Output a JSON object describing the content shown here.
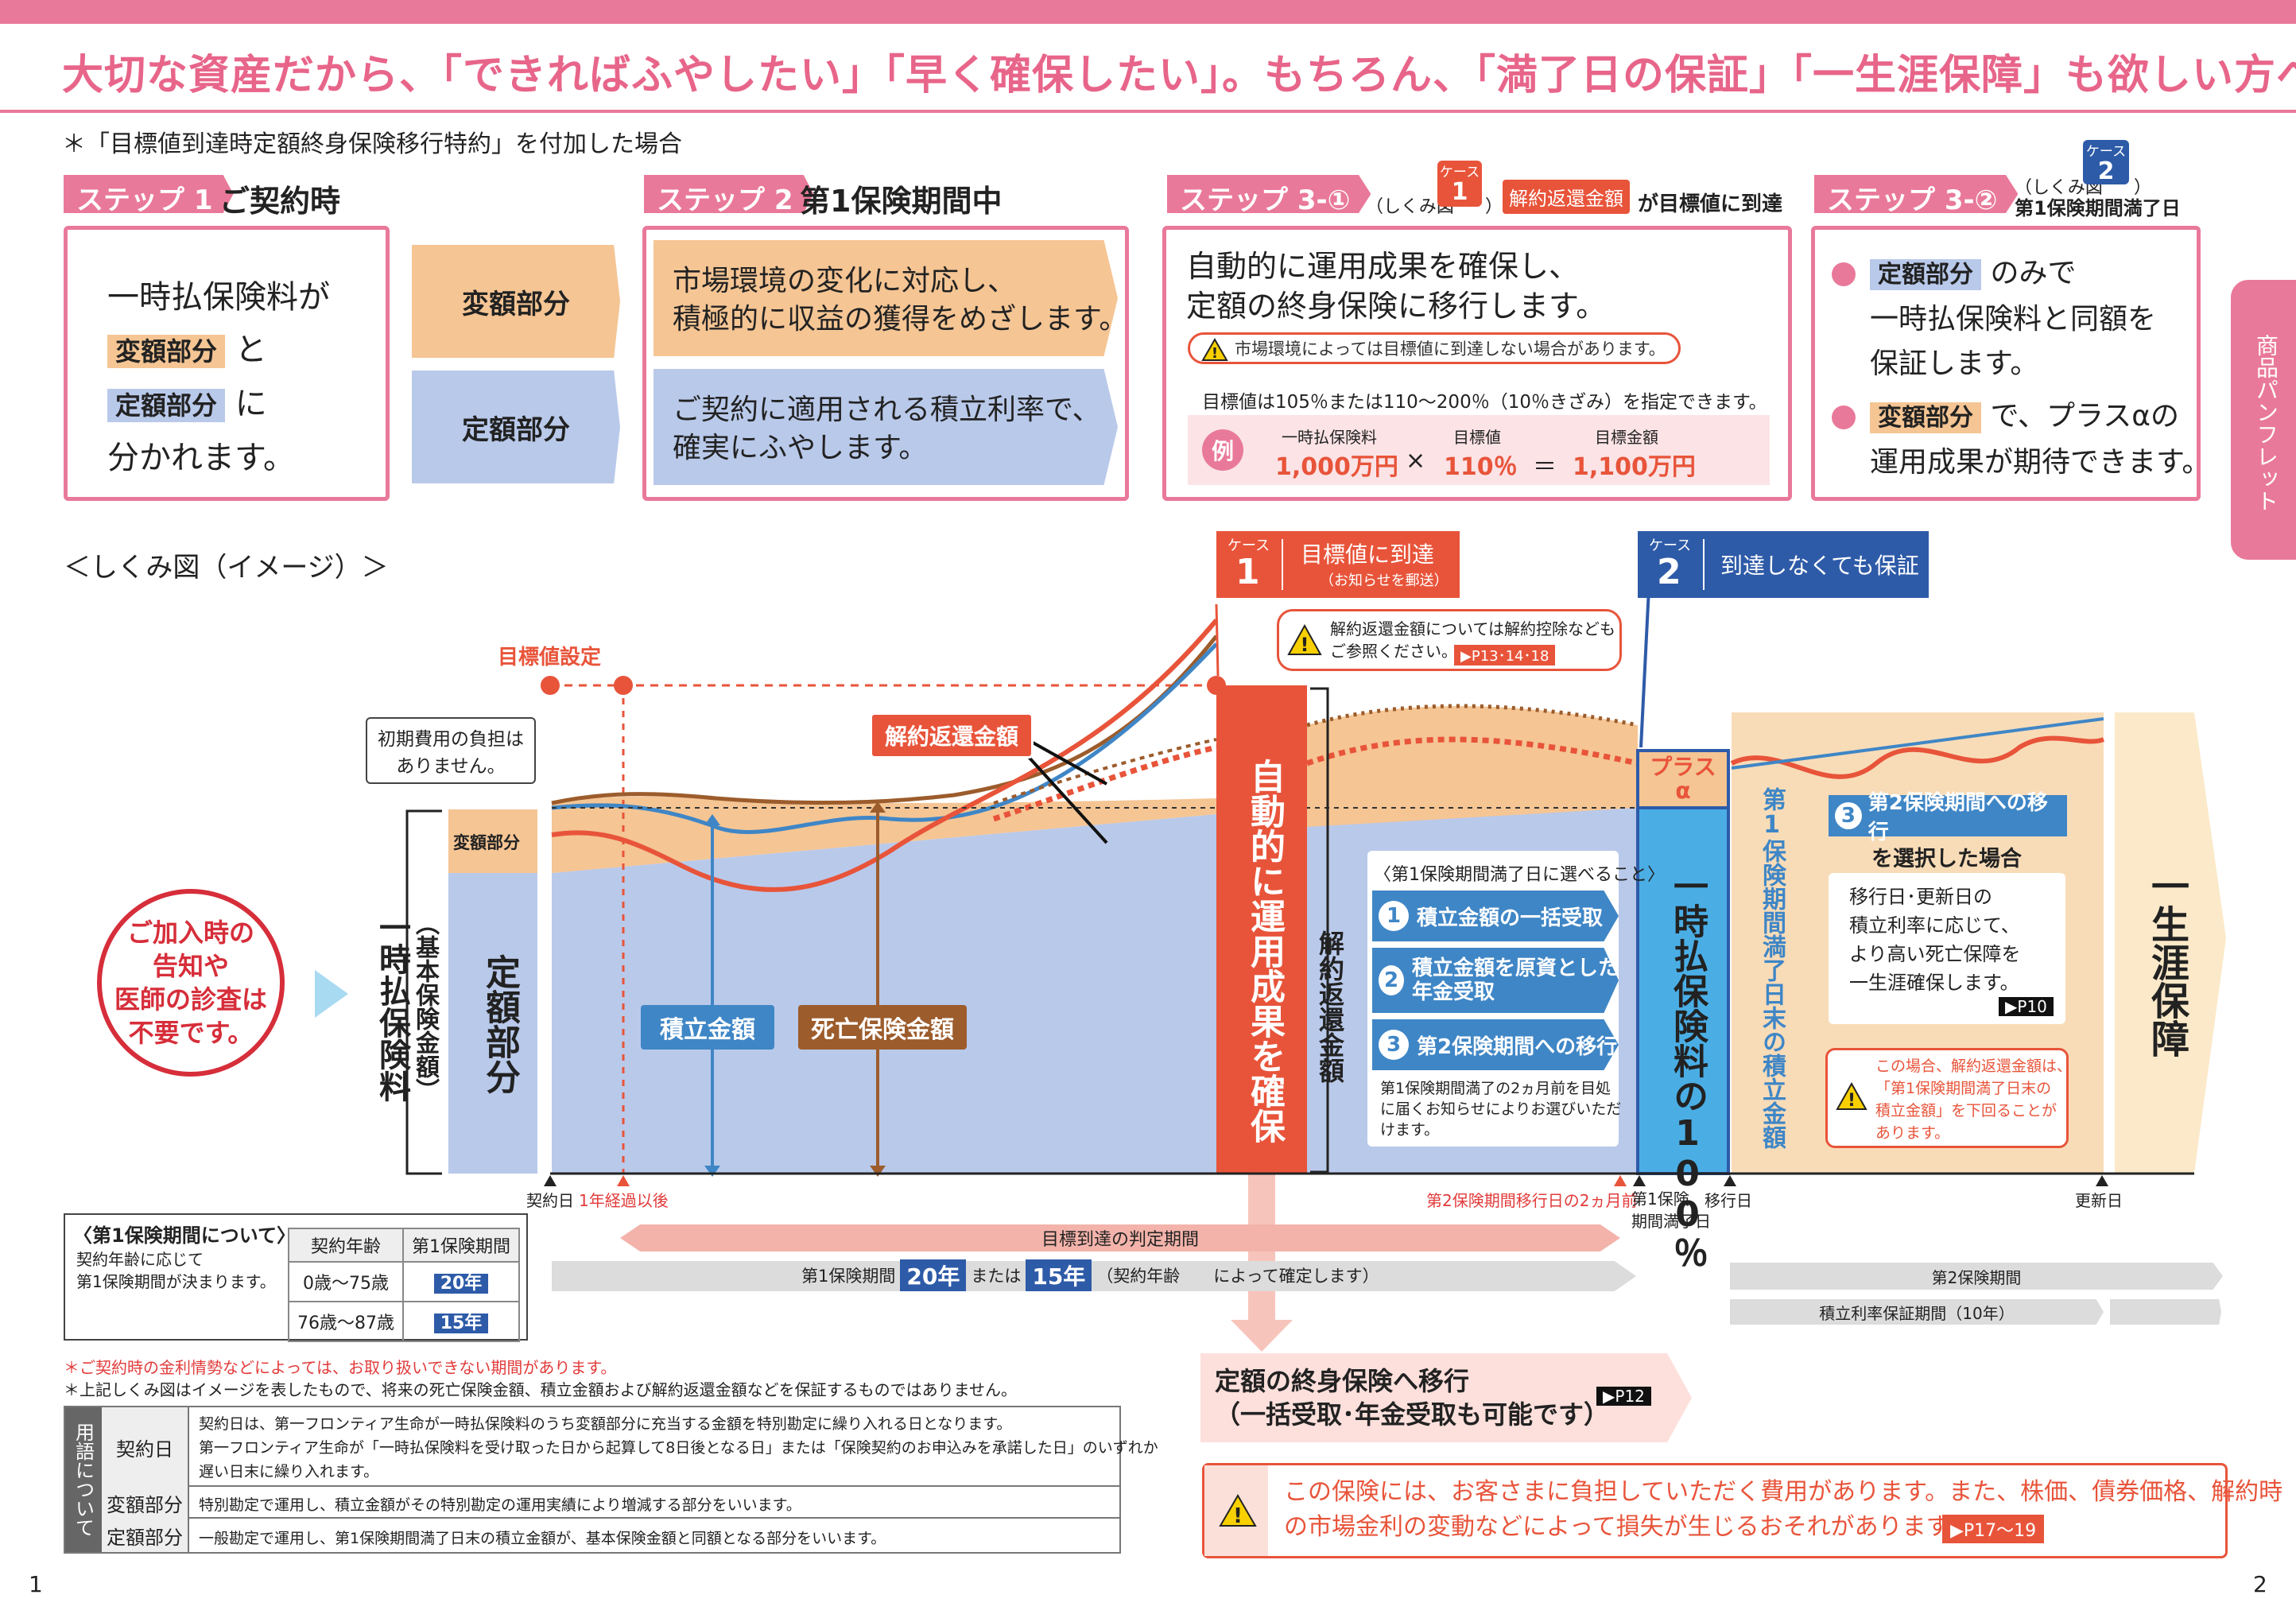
{
  "headline": "大切な資産だから、「できればふやしたい」「早く確保したい」。もちろん、「満了日の保証」「一生涯保障」も欲しい方へ。",
  "note_top": "＊「目標値到達時定額終身保険移行特約」を付加した場合",
  "steps": {
    "s1": {
      "tag": "ステップ 1",
      "title": "ご契約時",
      "line1": "一時払保険料が",
      "chip1": "変額部分",
      "after1": "と",
      "chip2": "定額部分",
      "after2": "に",
      "line4": "分かれます。",
      "band_orange": "変額部分",
      "band_blue": "定額部分"
    },
    "s2": {
      "tag": "ステップ 2",
      "title": "第1保険期間中",
      "orange_text": "市場環境の変化に対応し、\n積極的に収益の獲得をめざします。",
      "blue_text": "ご契約に適用される積立利率で、\n確実にふやします。"
    },
    "s3a": {
      "tag": "ステップ 3-①",
      "zu": "（しくみ図",
      "case_label": "ケース",
      "case_num": "1",
      "close": "）",
      "chip": "解約返還金額",
      "after": "が目標値に到達",
      "text": "自動的に運用成果を確保し、\n定額の終身保険に移行します。",
      "warn": "市場環境によっては目標値に到達しない場合があります。",
      "note": "目標値は105％または110～200％（10％きざみ）を指定できます。",
      "ex_badge": "例",
      "ex_label1": "一時払保険料",
      "ex_val1": "1,000万円",
      "ex_op1": "×",
      "ex_label2": "目標値",
      "ex_val2": "110％",
      "ex_op2": "＝",
      "ex_label3": "目標金額",
      "ex_val3": "1,100万円"
    },
    "s3b": {
      "tag": "ステップ 3-②",
      "zu": "（しくみ図",
      "case_label": "ケース",
      "case_num": "2",
      "close": "）",
      "title": "第1保険期間満了日",
      "chip1": "定額部分",
      "t1": "のみで",
      "t2": "一時払保険料と同額を",
      "t3": "保証します。",
      "chip2": "変額部分",
      "t4": "で、プラスαの",
      "t5": "運用成果が期待できます。"
    }
  },
  "side_tab": "商品パンフレット",
  "diagram": {
    "title": "＜しくみ図（イメージ）＞",
    "target_setting": "目標値設定",
    "initial_cost": "初期費用の負担は\nありません。",
    "hengaku": "変額部分",
    "teigaku": "定額部分",
    "ichiji": "一時払保険料",
    "kihon": "（基本保険金額）",
    "no_exam": "ご加入時の\n告知や\n医師の診査は\n不要です。",
    "kaiyaku_label": "解約返還金額",
    "tsumitate": "積立金額",
    "shibou": "死亡保険金額",
    "case1_label": "ケース",
    "case1_num": "1",
    "case1_title": "目標値に到達",
    "case1_sub": "（お知らせを郵送）",
    "case1_warn": "解約返還金額については解約控除なども\nご参照ください。",
    "case1_ref": "▶P13･14･18",
    "auto_secure": "自動的に運用成果を確保",
    "kaiyaku_vert": "解約返還金額",
    "choices_title": "〈第1保険期間満了日に選べること〉",
    "choice1_num": "1",
    "choice1": "積立金額の一括受取",
    "choice2_num": "2",
    "choice2": "積立金額を原資とした\n年金受取",
    "choice3_num": "3",
    "choice3": "第2保険期間への移行",
    "choices_note": "第1保険期間満了の2ヵ月前を目処\nに届くお知らせによりお選びいただ\nけます。",
    "case2_label": "ケース",
    "case2_num": "2",
    "case2_title": "到達しなくても保証",
    "plus_alpha": "プラス\nα",
    "hundred": "一時払保険料の100％",
    "end_tsumitate": "第1保険期間満了日末の積立金額",
    "move_num": "3",
    "move_title": "第2保険期間への移行",
    "move_sub": "を選択した場合",
    "move_text": "移行日･更新日の\n積立利率に応じて、\nより高い死亡保障を\n一生涯確保します。",
    "move_ref": "▶P10",
    "move_warn": "この場合、解約返還金額は、\n「第1保険期間満了日末の\n積立金額」を下回ることが\nあります。",
    "lifetime": "一生涯保障",
    "tick_keiyaku": "契約日",
    "tick_1year": "1年経過以後",
    "tick_2month": "第2保険期間移行日の2ヵ月前",
    "tick_mature": "第1保険\n期間満了日",
    "tick_move": "移行日",
    "tick_renew": "更新日",
    "judge_period": "目標到達の判定期間",
    "period_pre": "第1保険期間",
    "period_20": "20年",
    "period_or": "または",
    "period_15": "15年",
    "period_post": "（契約年齢　　によって確定します）",
    "second_period": "第2保険期間",
    "guarantee_period": "積立利率保証期間（10年）",
    "to_lifetime": "定額の終身保険へ移行\n（一括受取･年金受取も可能です）",
    "to_lifetime_ref": "▶P12"
  },
  "period_box": {
    "title": "〈第1保険期間について〉",
    "desc": "契約年齢に応じて\n第1保険期間が決まります。",
    "h1": "契約年齢",
    "h2": "第1保険期間",
    "r1a": "0歳～75歳",
    "r1b": "20年",
    "r2a": "76歳～87歳",
    "r2b": "15年"
  },
  "footnote1": "＊ご契約時の金利情勢などによっては、お取り扱いできない期間があります。",
  "footnote2": "＊上記しくみ図はイメージを表したもので、将来の死亡保険金額、積立金額および解約返還金額などを保証するものではありません。",
  "glossary": {
    "side": "用語について",
    "t1": "契約日",
    "d1": "契約日は、第一フロンティア生命が一時払保険料のうち変額部分に充当する金額を特別勘定に繰り入れる日となります。\n第一フロンティア生命が「一時払保険料を受け取った日から起算して8日後となる日」または「保険契約のお申込みを承諾した日」のいずれか\n遅い日末に繰り入れます。",
    "t2": "変額部分",
    "d2": "特別勘定で運用し、積立金額がその特別勘定の運用実績により増減する部分をいいます。",
    "t3": "定額部分",
    "d3": "一般勘定で運用し、第1保険期間満了日末の積立金額が、基本保険金額と同額となる部分をいいます。"
  },
  "bottom_warn": "この保険には、お客さまに負担していただく費用があります。また、株価、債券価格、解約時\nの市場金利の変動などによって損失が生じるおそれがあります。",
  "bottom_warn_ref": "▶P17～19",
  "page_left": "1",
  "page_right": "2",
  "colors": {
    "pink": "#e9799a",
    "orange": "#f5c594",
    "blue": "#b9c9ea",
    "red": "#e8543a",
    "navy": "#2e5ba8"
  }
}
